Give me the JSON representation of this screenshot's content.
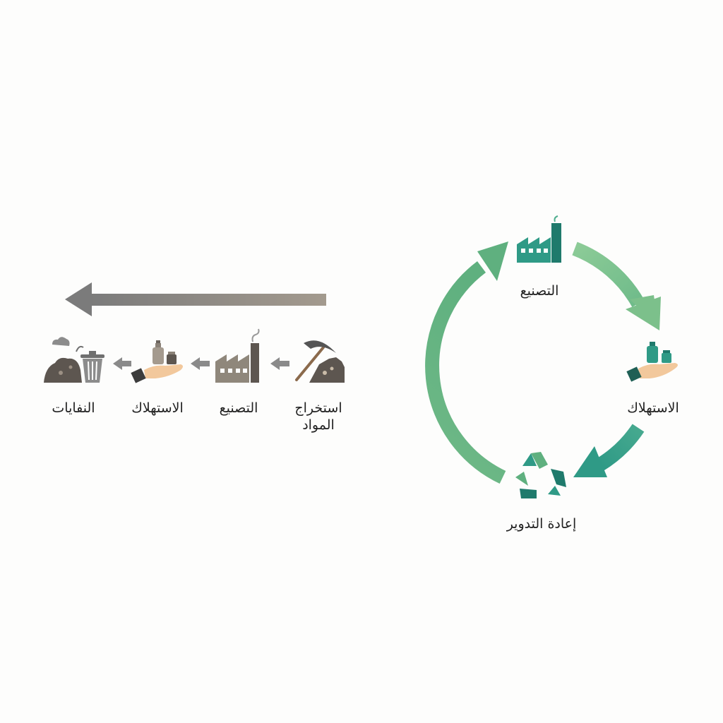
{
  "linear": {
    "steps": [
      {
        "label": "استخراج\nالمواد",
        "icon": "pickaxe-rock-icon"
      },
      {
        "label": "التصنيع",
        "icon": "factory-icon"
      },
      {
        "label": "الاستهلاك",
        "icon": "hand-products-icon"
      },
      {
        "label": "النفايات",
        "icon": "trash-waste-icon"
      }
    ],
    "direction": "right-to-left",
    "colors": {
      "gray": "#7f7f7f",
      "warm_gray": "#9b9284",
      "dark": "#5d5650",
      "skin": "#f2c89c"
    }
  },
  "circular": {
    "steps": [
      {
        "label": "التصنيع",
        "icon": "factory-icon"
      },
      {
        "label": "الاستهلاك",
        "icon": "hand-products-icon"
      },
      {
        "label": "إعادة التدوير",
        "icon": "recycle-icon"
      }
    ],
    "direction": "clockwise",
    "colors": {
      "light_green": "#7cc08b",
      "green": "#5db27a",
      "teal": "#2f9a86",
      "dark_teal": "#1f7a6c"
    }
  }
}
